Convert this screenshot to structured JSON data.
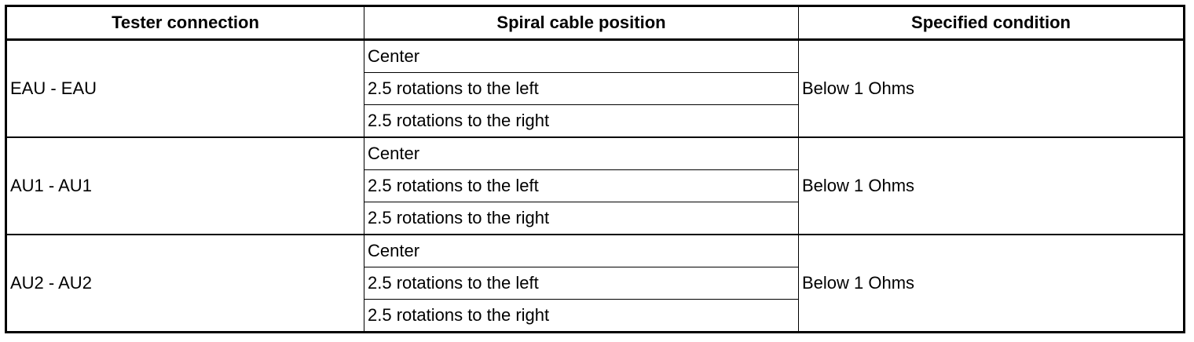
{
  "table": {
    "headers": [
      "Tester connection",
      "Spiral cable position",
      "Specified condition"
    ],
    "groups": [
      {
        "connection": "EAU - EAU",
        "positions": [
          "Center",
          "2.5 rotations to the left",
          "2.5 rotations to the right"
        ],
        "condition": "Below 1 Ohms"
      },
      {
        "connection": "AU1 - AU1",
        "positions": [
          "Center",
          "2.5 rotations to the left",
          "2.5 rotations to the right"
        ],
        "condition": "Below 1 Ohms"
      },
      {
        "connection": "AU2 - AU2",
        "positions": [
          "Center",
          "2.5 rotations to the left",
          "2.5 rotations to the right"
        ],
        "condition": "Below 1 Ohms"
      }
    ]
  }
}
